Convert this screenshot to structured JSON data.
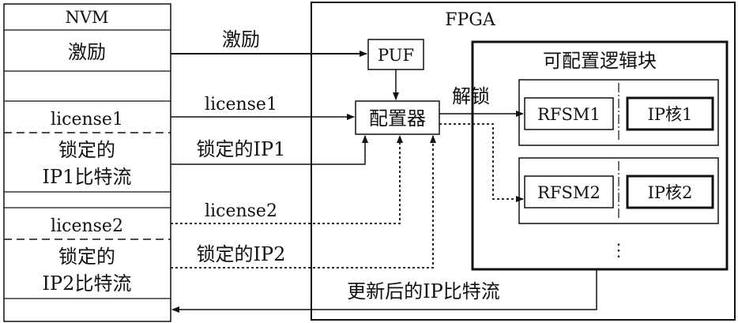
{
  "nvm": {
    "title": "NVM",
    "stimulus": "激励",
    "license1": "license1",
    "locked_ip1_line1": "锁定的",
    "locked_ip1_line2": "IP1比特流",
    "license2": "license2",
    "locked_ip2_line1": "锁定的",
    "locked_ip2_line2": "IP2比特流"
  },
  "fpga": {
    "title": "FPGA",
    "puf": "PUF",
    "configurator": "配置器",
    "logic_block_title": "可配置逻辑块",
    "rfsm1": "RFSM1",
    "ip_core1": "IP核1",
    "rfsm2": "RFSM2",
    "ip_core2": "IP核2",
    "ellipsis": "⋮"
  },
  "arrows": {
    "stimulus": "激励",
    "license1": "license1",
    "locked_ip1": "锁定的IP1",
    "unlock": "解锁",
    "license2": "license2",
    "locked_ip2": "锁定的IP2",
    "updated_bitstream": "更新后的IP比特流"
  }
}
